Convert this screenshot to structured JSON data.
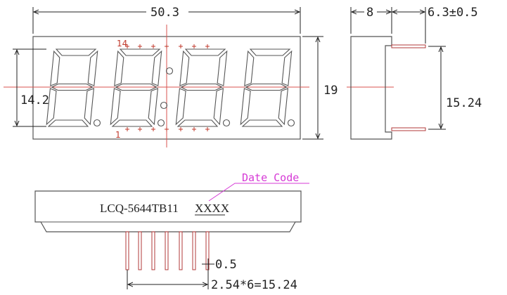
{
  "drawing": {
    "width_label": "50.3",
    "height_label": "19",
    "digit_height_label": "14.2",
    "side_depth_label": "8",
    "pin_length_label": "6.3±0.5",
    "pin_row_spacing_label": "15.24",
    "pin_diameter_label": "0.5",
    "pin_pitch_label": "2.54*6=15.24",
    "pin_top_label": "14",
    "pin_bottom_label": "1",
    "part_number": "LCQ-5644TB11",
    "date_code_text": "XXXX",
    "date_code_label": "Date Code",
    "digit_count": 4,
    "pins_per_row": 7,
    "colors": {
      "outline": "#555555",
      "dimension": "#222222",
      "center_line": "#d9534f",
      "pin_marker": "#c0392b",
      "date_code_callout": "#d63ad6"
    }
  }
}
